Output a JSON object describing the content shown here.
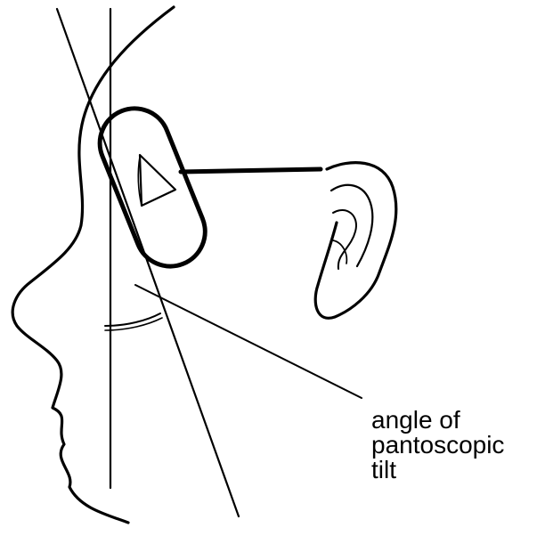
{
  "diagram": {
    "label_lines": [
      "angle of",
      "pantoscopic",
      "tilt"
    ],
    "stroke_color": "#000000",
    "background_color": "#ffffff"
  }
}
